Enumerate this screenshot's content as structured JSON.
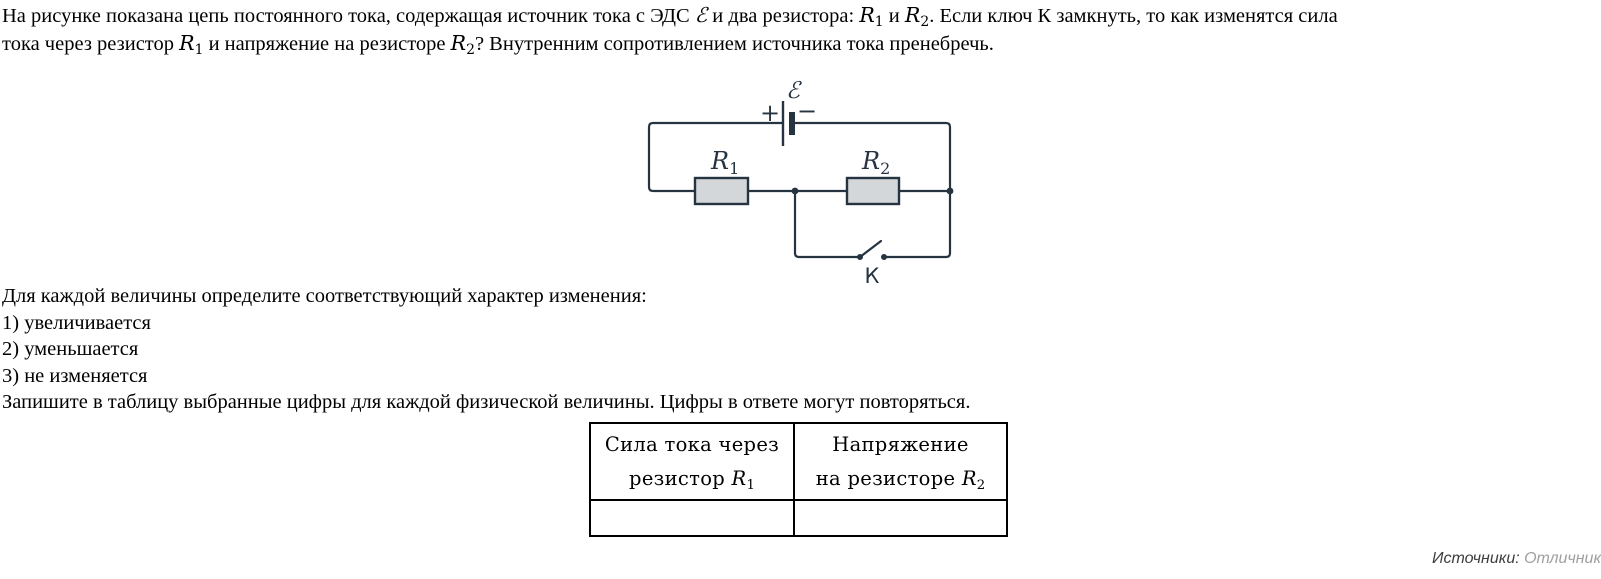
{
  "colors": {
    "circuit": "#263341",
    "resistor_fill": "#d3d7d9",
    "table_border": "#000000",
    "source_label": "#3d3d3d",
    "source_link": "#9f9f9f"
  },
  "problem": {
    "s1": "На рисунке показана цепь постоянного тока, содержащая источник тока с ЭДС ",
    "emf": "ℰ",
    "s2": " и два резистора: ",
    "s3": " и ",
    "s4": ". Если ключ К замкнуть, то как изменятся сила",
    "s5": "тока через резистор ",
    "s6": " и напряжение на резисторе ",
    "s7": "? Внутренним сопротивлением источника тока пренебречь."
  },
  "vars": {
    "r1": {
      "base": "R",
      "sub": "1"
    },
    "r2": {
      "base": "R",
      "sub": "2"
    }
  },
  "circuit": {
    "emf_label": "ℰ",
    "plus_sign": "+",
    "minus_sign": "−",
    "switch_label": "К"
  },
  "task": {
    "prompt": "Для каждой величины определите соответствующий характер изменения:",
    "options": [
      "1) увеличивается",
      "2) уменьшается",
      "3) не изменяется"
    ],
    "instruction": "Запишите в таблицу выбранные цифры для каждой физической величины. Цифры в ответе могут повторяться."
  },
  "table": {
    "col1_line1": "Сила тока через",
    "col1_line2": "резистор ",
    "col2_line1": "Напряжение",
    "col2_line2": "на резисторе ",
    "answer1": "",
    "answer2": ""
  },
  "source": {
    "label": "Источники:",
    "link": "Отличник"
  }
}
